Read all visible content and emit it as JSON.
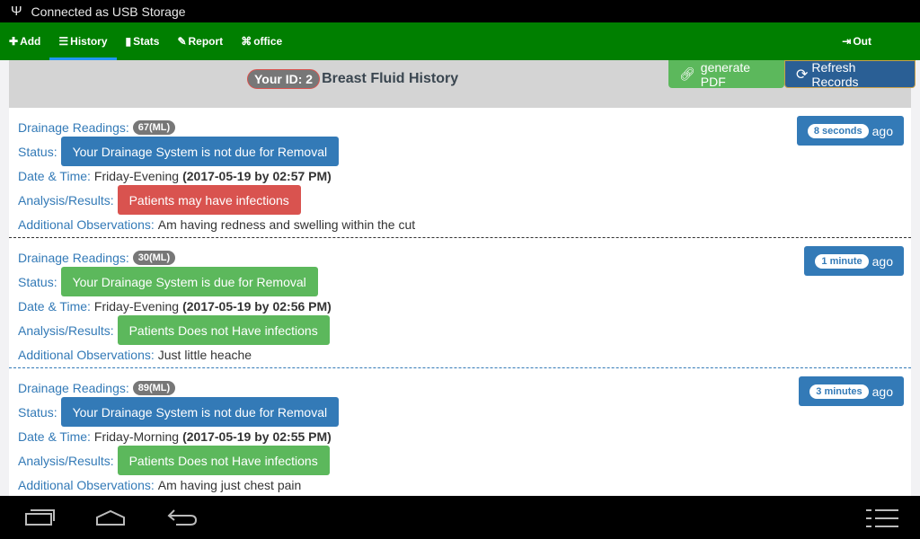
{
  "status_bar": {
    "text": "Connected as USB Storage",
    "icon": "usb-icon"
  },
  "nav": {
    "items": [
      {
        "label": "Add",
        "icon": "plus-icon"
      },
      {
        "label": "History",
        "icon": "list-icon"
      },
      {
        "label": "Stats",
        "icon": "bar-chart-icon"
      },
      {
        "label": "Report",
        "icon": "pencil-icon"
      },
      {
        "label": "office",
        "icon": "sitemap-icon"
      }
    ],
    "active": "History",
    "logout": "Out"
  },
  "header": {
    "id_badge": "Your ID: 2",
    "title": "Breast Fluid History",
    "pdf_button": "generate PDF",
    "refresh_button": "Refresh Records"
  },
  "labels": {
    "drainage": "Drainage Readings:",
    "status": "Status:",
    "datetime": "Date & Time:",
    "analysis": "Analysis/Results:",
    "observations": "Additional Observations:",
    "ago": "ago"
  },
  "records": [
    {
      "reading": "67(ML)",
      "status": "Your Drainage System is not due for Removal",
      "status_color": "#337ab7",
      "day": "Friday-Evening",
      "date": "(2017-05-19 by 02:57 PM)",
      "analysis": "Patients may have infections",
      "analysis_color": "#d9534f",
      "observations": "Am having redness and swelling within the cut",
      "elapsed": "8 seconds"
    },
    {
      "reading": "30(ML)",
      "status": "Your Drainage System is due for Removal",
      "status_color": "#5cb85c",
      "day": "Friday-Evening",
      "date": "(2017-05-19 by 02:56 PM)",
      "analysis": "Patients Does not Have infections",
      "analysis_color": "#5cb85c",
      "observations": "Just little heache",
      "elapsed": "1 minute"
    },
    {
      "reading": "89(ML)",
      "status": "Your Drainage System is not due for Removal",
      "status_color": "#337ab7",
      "day": "Friday-Morning",
      "date": "(2017-05-19 by 02:55 PM)",
      "analysis": "Patients Does not Have infections",
      "analysis_color": "#5cb85c",
      "observations": "Am having just chest pain",
      "elapsed": "3 minutes"
    }
  ]
}
